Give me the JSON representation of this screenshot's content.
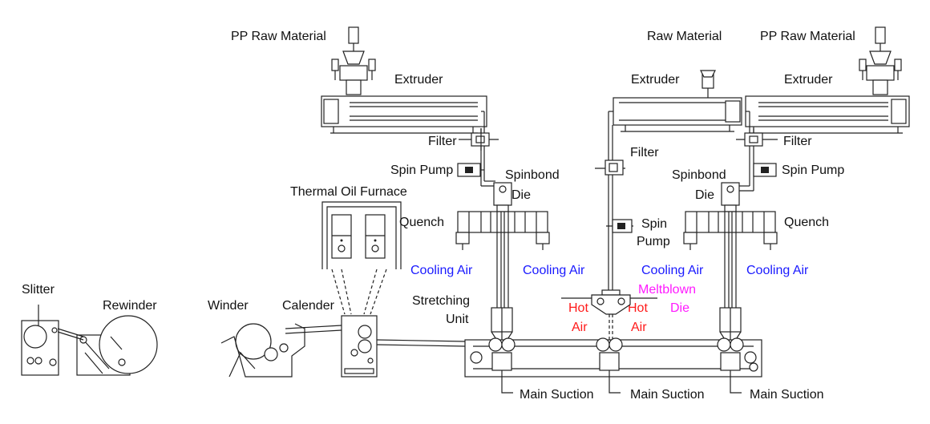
{
  "labels": {
    "pp_raw_material_1": "PP Raw Material",
    "raw_material": "Raw Material",
    "pp_raw_material_2": "PP Raw Material",
    "extruder_1": "Extruder",
    "extruder_2": "Extruder",
    "extruder_3": "Extruder",
    "filter_1": "Filter",
    "filter_2": "Filter",
    "filter_3": "Filter",
    "spin_pump_1": "Spin Pump",
    "spin_pump_2a": "Spin",
    "spin_pump_2b": "Pump",
    "spin_pump_3": "Spin Pump",
    "spinbond_die_1a": "Spinbond",
    "spinbond_die_1b": "Die",
    "spinbond_die_2a": "Spinbond",
    "spinbond_die_2b": "Die",
    "thermal_oil_furnace": "Thermal Oil Furnace",
    "quench_1": "Quench",
    "quench_2": "Quench",
    "cooling_air_1": "Cooling Air",
    "cooling_air_2": "Cooling Air",
    "cooling_air_3": "Cooling Air",
    "cooling_air_4": "Cooling Air",
    "meltblown_die_a": "Meltblown",
    "meltblown_die_b": "Die",
    "hot_air_1a": "Hot",
    "hot_air_1b": "Air",
    "hot_air_2a": "Hot",
    "hot_air_2b": "Air",
    "stretching_unit_a": "Stretching",
    "stretching_unit_b": "Unit",
    "slitter": "Slitter",
    "rewinder": "Rewinder",
    "winder": "Winder",
    "calender": "Calender",
    "main_suction_1": "Main Suction",
    "main_suction_2": "Main Suction",
    "main_suction_3": "Main Suction"
  },
  "colors": {
    "line": "#222222",
    "cooling_air": "#1a1aff",
    "hot_air": "#ff1a1a",
    "meltblown_die": "#ff1aff",
    "text": "#111111"
  }
}
